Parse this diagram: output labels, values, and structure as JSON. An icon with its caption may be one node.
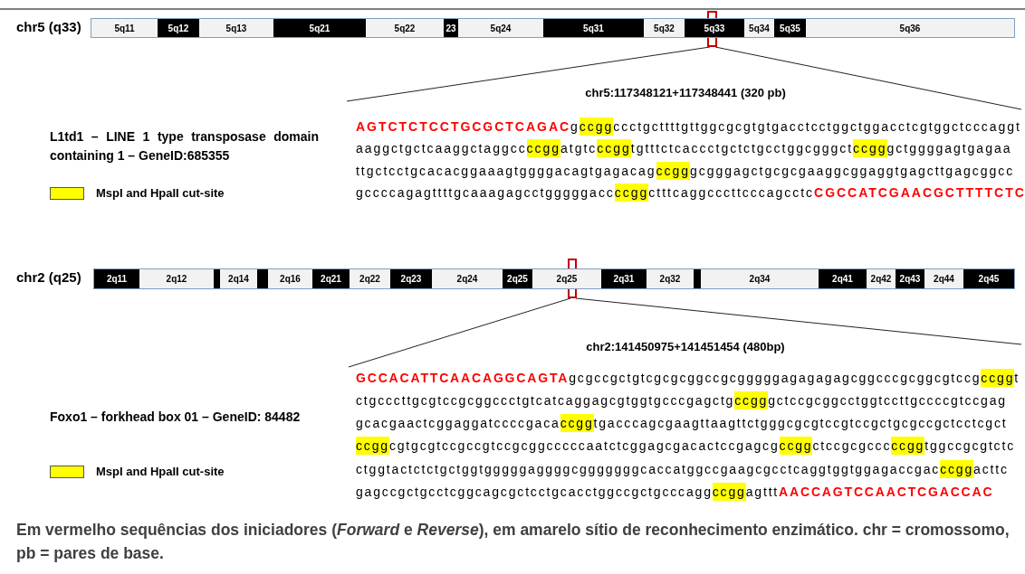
{
  "diagram": {
    "caption": "Em vermelho sequências dos iniciadores (*Forward* e *Reverse*), em amarelo sítio de reconhecimento enzimático. chr = cromossomo, pb = pares de base.",
    "nodes": [
      {
        "text": [],
        "shape": "bar",
        "beside": [
          "chr5 (q33)"
        ]
      },
      {
        "text": [
          "5q11"
        ],
        "in": 0
      },
      {
        "text": [
          "5q12"
        ],
        "in": 0
      },
      {
        "text": [
          "5q13"
        ],
        "in": 0
      },
      {
        "text": [
          "5q21"
        ],
        "in": 0
      },
      {
        "text": [
          "5q22"
        ],
        "in": 0
      },
      {
        "text": [
          "23"
        ],
        "in": 0
      },
      {
        "text": [
          "5q24"
        ],
        "in": 0
      },
      {
        "text": [
          "5q31"
        ],
        "in": 0
      },
      {
        "text": [
          "5q32"
        ],
        "in": 0
      },
      {
        "text": [
          "5q33"
        ],
        "in": 0
      },
      {
        "text": [
          "5q34"
        ],
        "in": 0
      },
      {
        "text": [
          "5q35"
        ],
        "in": 0
      },
      {
        "text": [
          "5q36"
        ],
        "in": 0
      },
      {
        "text": [
          "ccgg"
        ]
      },
      {
        "text": [
          "ccgg"
        ]
      },
      {
        "text": [
          "ccgg"
        ]
      },
      {
        "text": [
          "ccgg"
        ]
      },
      {
        "text": [
          "ccgg"
        ]
      },
      {
        "text": [
          "ccgg"
        ]
      },
      {
        "text": [],
        "shape": "bar",
        "beside": [
          "chr2 (q25)"
        ]
      },
      {
        "text": [
          "2q11"
        ],
        "in": 20
      },
      {
        "text": [
          "2q12"
        ],
        "in": 20
      },
      {
        "text": [],
        "shape": "box",
        "in": 20
      },
      {
        "text": [
          "2q14"
        ],
        "in": 20
      },
      {
        "text": [],
        "shape": "box",
        "in": 20
      },
      {
        "text": [
          "2q16"
        ],
        "in": 20
      },
      {
        "text": [
          "2q21"
        ],
        "in": 20
      },
      {
        "text": [
          "2q22"
        ],
        "in": 20
      },
      {
        "text": [
          "2q23"
        ],
        "in": 20
      },
      {
        "text": [
          "2q24"
        ],
        "in": 20
      },
      {
        "text": [
          "2q25"
        ],
        "in": 20
      },
      {
        "text": [
          "2q25"
        ],
        "in": 20
      },
      {
        "text": [
          "2q31"
        ],
        "in": 20
      },
      {
        "text": [
          "2q32"
        ],
        "in": 20
      },
      {
        "text": [],
        "shape": "box",
        "in": 20
      },
      {
        "text": [
          "2q34"
        ],
        "in": 20
      },
      {
        "text": [
          "2q41"
        ],
        "in": 20
      },
      {
        "text": [
          "2q42"
        ],
        "in": 20
      },
      {
        "text": [
          "2q43"
        ],
        "in": 20
      },
      {
        "text": [
          "2q44"
        ],
        "in": 20
      },
      {
        "text": [
          "2q45"
        ],
        "in": 20
      },
      {
        "text": [
          "ccgg"
        ]
      },
      {
        "text": [
          "ccgg"
        ]
      },
      {
        "text": [
          "ccgg"
        ]
      },
      {
        "text": [
          "ccgg"
        ]
      },
      {
        "text": [
          "ccgg"
        ]
      },
      {
        "text": [
          "ccgg"
        ]
      },
      {
        "text": [
          "ccgg"
        ]
      },
      {
        "text": [
          "ccgg"
        ]
      }
    ],
    "labels": [
      "chr5:117348121+117348441 (320 pb)",
      "L1td1 – LINE 1 type transposase domain containing 1 – GeneID:685355",
      "AGTCTCTCCTGCGCTCAGAC",
      "g",
      "ccctgcttttgttggcgcgtgtgacctcctggctggacctcgtggctcccaggt",
      "aaggctgctcaaggctaggcc",
      "atgtc",
      "tgtttctcaccctgctctgcctggcgggct",
      "gctggggagtgagaa",
      "ttgctcctgcacacggaaagtggggacagtgagacag",
      "gcgggagctgcgcgaaggcggaggtgagcttgagcggcc",
      "gccccagagttttgcaaagagcctgggggacc",
      "ctttcaggcccttcccagcctc",
      "CGCCATCGAACGCTTTTCTC",
      "chr2:141450975+141451454 (480bp)",
      "Foxo1 – forkhead box 01 – GeneID: 84482",
      "GCCACATTCAACAGGCAGTA",
      "gcgccgctgtcgcgcggccgcgggggagagagagcggcccgcggcgtccg",
      "t",
      "ctgcccttgcgtccgcggccctgtcatcaggagcgtggtgcccgagctg",
      "gctccgcggcctggtccttgccccgtccgag",
      "gcacgaactcggaggatccccgaca",
      "tgacccagcgaagttaagttctgggcgcgtccgtccgctgcgccgctcctcgct",
      "cgtgcgtccgccgtccgcggcccccaatctcggagcgacactccgagcg",
      "ctccgcgccc",
      "tggccgcgtctc",
      "ctggtactctctgctggtgggggaggggcgggggggcaccatggccgaagcgcctcaggtggtggagaccgac",
      "acttc",
      "gagccgctgcctcggcagcgctcctgcacctggccgctgcccagg",
      "agttt",
      "AACCAGTCCAACTCGACCAC"
    ],
    "legend": [
      {
        "text": "MspI and HpaII cut-site",
        "color": "#ffff00"
      },
      {
        "text": "MspI and HpaII cut-site",
        "color": "#ffff00"
      }
    ]
  }
}
